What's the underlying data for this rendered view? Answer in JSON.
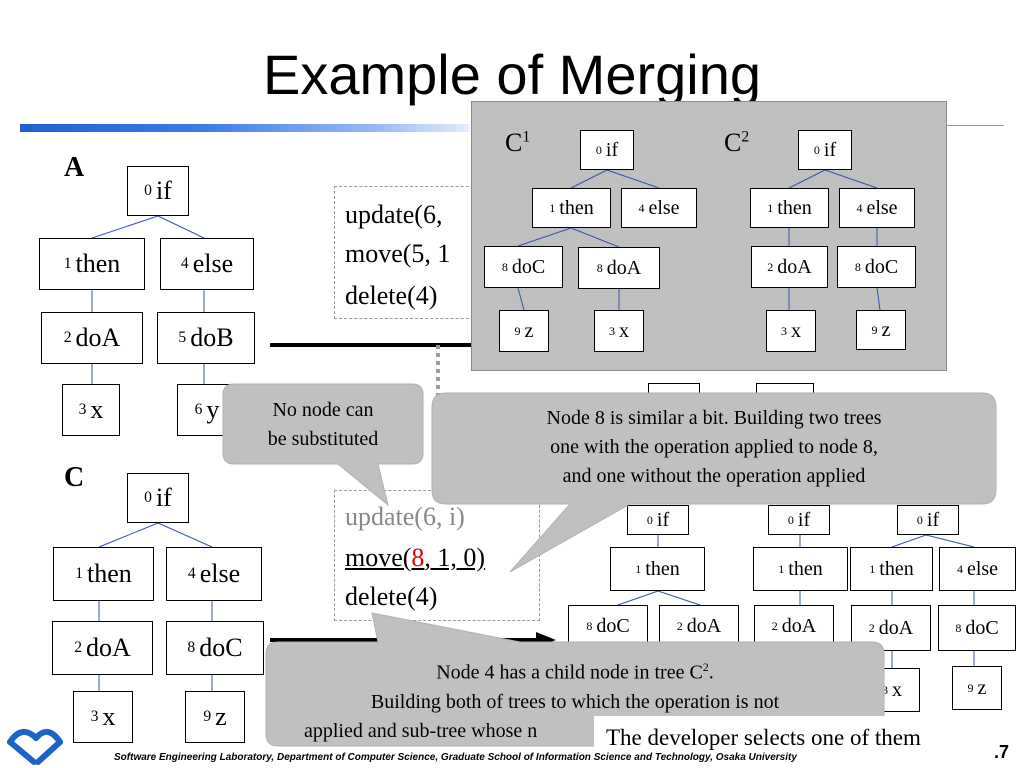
{
  "slide": {
    "title": "Example of Merging",
    "page_number": ".7",
    "footer": "Software Engineering Laboratory,  Department of Computer Science,  Graduate School of Information Science and Technology,  Osaka University"
  },
  "tree_a": {
    "label": "A",
    "nodes": [
      {
        "id": "0",
        "text": "if"
      },
      {
        "id": "1",
        "text": "then"
      },
      {
        "id": "4",
        "text": "else"
      },
      {
        "id": "2",
        "text": "doA"
      },
      {
        "id": "5",
        "text": "doB"
      },
      {
        "id": "3",
        "text": "x"
      },
      {
        "id": "6",
        "text": "y"
      }
    ]
  },
  "tree_c": {
    "label": "C",
    "nodes": [
      {
        "id": "0",
        "text": "if"
      },
      {
        "id": "1",
        "text": "then"
      },
      {
        "id": "4",
        "text": "else"
      },
      {
        "id": "2",
        "text": "doA"
      },
      {
        "id": "8",
        "text": "doC"
      },
      {
        "id": "3",
        "text": "x"
      },
      {
        "id": "9",
        "text": "z"
      }
    ]
  },
  "ops_top": {
    "line1": "update(6,",
    "line2": "move(5,  1",
    "line3": "delete(4)"
  },
  "ops_bottom": {
    "line1": "update(6, i)",
    "line2_a": "move(",
    "line2_b": "8",
    "line2_c": ", 1, 0)",
    "line3": "delete(4)"
  },
  "panel": {
    "c1_label": "C",
    "c1_sup": "1",
    "c2_label": "C",
    "c2_sup": "2",
    "c1_nodes": [
      {
        "id": "0",
        "text": "if"
      },
      {
        "id": "1",
        "text": "then"
      },
      {
        "id": "4",
        "text": "else"
      },
      {
        "id": "8",
        "text": "doC"
      },
      {
        "id": "8",
        "text": "doA"
      },
      {
        "id": "9",
        "text": "z"
      },
      {
        "id": "3",
        "text": "x"
      }
    ],
    "c2_nodes": [
      {
        "id": "0",
        "text": "if"
      },
      {
        "id": "1",
        "text": "then"
      },
      {
        "id": "4",
        "text": "else"
      },
      {
        "id": "2",
        "text": "doA"
      },
      {
        "id": "8",
        "text": "doC"
      },
      {
        "id": "3",
        "text": "x"
      },
      {
        "id": "9",
        "text": "z"
      }
    ]
  },
  "bottom_trees": {
    "t1": [
      {
        "id": "0",
        "text": "if"
      },
      {
        "id": "1",
        "text": "then"
      },
      {
        "id": "8",
        "text": "doC"
      },
      {
        "id": "2",
        "text": "doA"
      }
    ],
    "t2": [
      {
        "id": "0",
        "text": "if"
      },
      {
        "id": "1",
        "text": "then"
      },
      {
        "id": "2",
        "text": "doA"
      }
    ],
    "t3": [
      {
        "id": "0",
        "text": "if"
      },
      {
        "id": "1",
        "text": "then"
      },
      {
        "id": "4",
        "text": "else"
      },
      {
        "id": "2",
        "text": "doA"
      },
      {
        "id": "8",
        "text": "doC"
      },
      {
        "id": "3",
        "text": "x"
      },
      {
        "id": "9",
        "text": "z"
      }
    ]
  },
  "callouts": {
    "no_substitute_1": "No node can",
    "no_substitute_2": "be substituted",
    "node8_1": "Node 8 is similar a bit. Building two trees",
    "node8_2": "one with the operation applied to node 8,",
    "node8_3": "and one without the operation applied",
    "node4_1a": "Node 4 has a child node in tree C",
    "node4_1sup": "2",
    "node4_1b": ".",
    "node4_2": "Building both of trees to which the operation is not",
    "node4_3": "applied and sub-tree whose n",
    "developer": "The developer selects one of them"
  },
  "colors": {
    "accent_blue": "#1f5fd6",
    "panel_gray": "#bfbfbf",
    "callout_gray": "#c0c0c0",
    "highlight_red": "#e00000"
  }
}
